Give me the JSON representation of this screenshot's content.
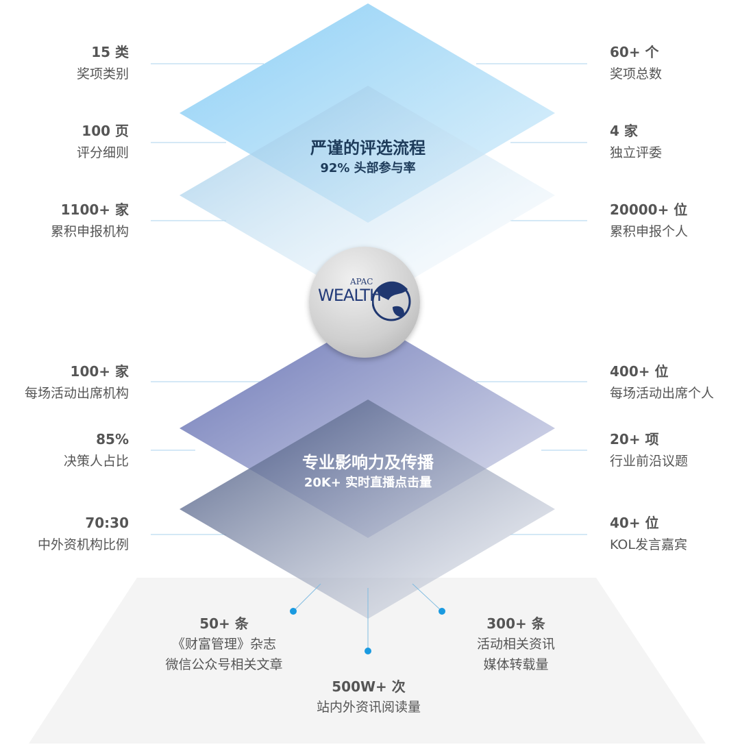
{
  "top_section": {
    "title": "严谨的评选流程",
    "subtitle": "92% 头部参与率",
    "left_stats": [
      {
        "value": "15 类",
        "label": "奖项类别"
      },
      {
        "value": "100 页",
        "label": "评分细则"
      },
      {
        "value": "1100+ 家",
        "label": "累积申报机构"
      }
    ],
    "right_stats": [
      {
        "value": "60+ 个",
        "label": "奖项总数"
      },
      {
        "value": "4 家",
        "label": "独立评委"
      },
      {
        "value": "20000+ 位",
        "label": "累积申报个人"
      }
    ]
  },
  "logo": {
    "line1": "APAC",
    "line2": "WEALTH"
  },
  "bottom_section": {
    "title": "专业影响力及传播",
    "subtitle": "20K+ 实时直播点击量",
    "left_stats": [
      {
        "value": "100+ 家",
        "label": "每场活动出席机构"
      },
      {
        "value": "85%",
        "label": "决策人占比"
      },
      {
        "value": "70:30",
        "label": "中外资机构比例"
      }
    ],
    "right_stats": [
      {
        "value": "400+ 位",
        "label": "每场活动出席个人"
      },
      {
        "value": "20+ 项",
        "label": "行业前沿议题"
      },
      {
        "value": "40+ 位",
        "label": "KOL发言嘉宾"
      }
    ]
  },
  "media": [
    {
      "value": "50+ 条",
      "label1": "《财富管理》杂志",
      "label2": "微信公众号相关文章"
    },
    {
      "value": "500W+ 次",
      "label1": "站内外资讯阅读量"
    },
    {
      "value": "300+ 条",
      "label1": "活动相关资讯",
      "label2": "媒体转载量"
    }
  ],
  "colors": {
    "dot": "#1a9ae0",
    "line": "#9fcbe6"
  }
}
